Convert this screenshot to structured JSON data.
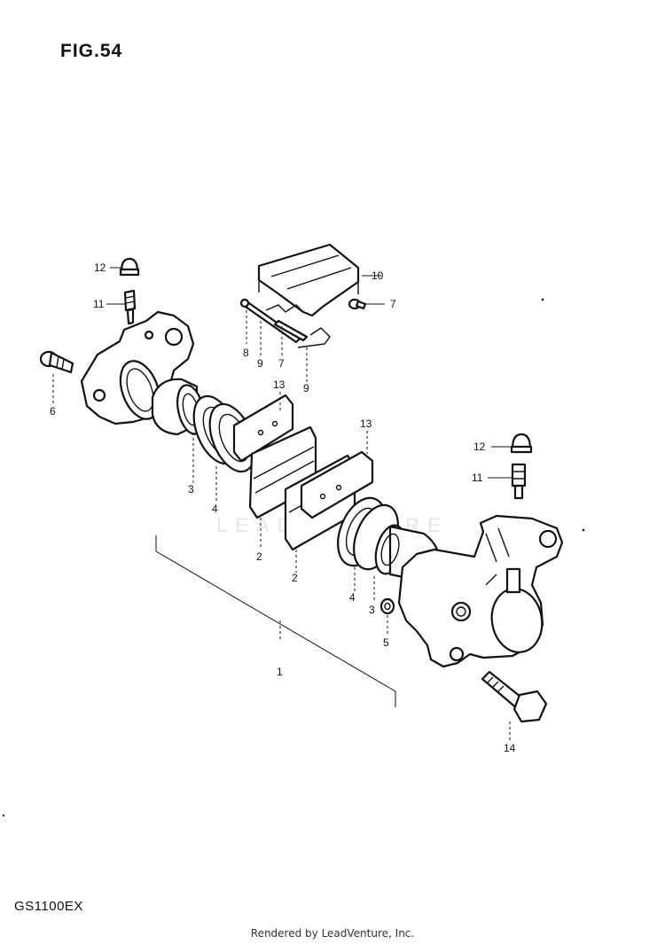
{
  "figure_title": "FIG.54",
  "model_code": "GS1100EX",
  "footer_text": "Rendered by LeadVenture, Inc.",
  "watermark_text": "LEADVENTURE",
  "callouts": {
    "c1": "1",
    "c2a": "2",
    "c2b": "2",
    "c3a": "3",
    "c3b": "3",
    "c4a": "4",
    "c4b": "4",
    "c5": "5",
    "c6": "6",
    "c7a": "7",
    "c7b": "7",
    "c8": "8",
    "c9a": "9",
    "c9b": "9",
    "c10": "10",
    "c11a": "11",
    "c11b": "11",
    "c12a": "12",
    "c12b": "12",
    "c13a": "13",
    "c13b": "13",
    "c14": "14"
  }
}
